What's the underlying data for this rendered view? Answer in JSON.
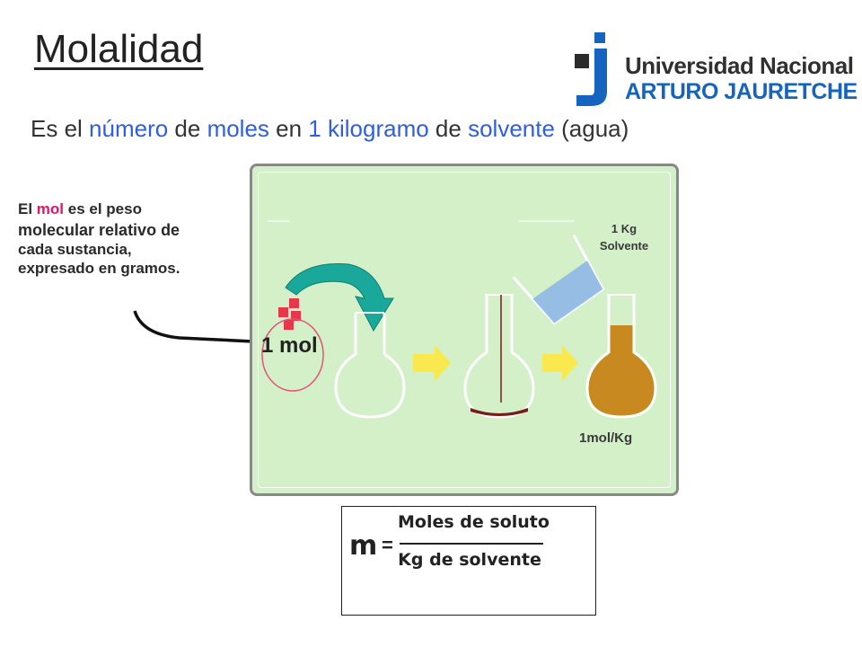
{
  "slide": {
    "title": "Molalidad",
    "subtitle": {
      "parts": [
        {
          "text": "Es el ",
          "highlight": false
        },
        {
          "text": "número",
          "highlight": true
        },
        {
          "text": " de ",
          "highlight": false
        },
        {
          "text": "moles",
          "highlight": true
        },
        {
          "text": " en ",
          "highlight": false
        },
        {
          "text": "1 kilogramo",
          "highlight": true
        },
        {
          "text": " de ",
          "highlight": false
        },
        {
          "text": "solvente",
          "highlight": true
        },
        {
          "text": " (agua)",
          "highlight": false
        }
      ]
    },
    "highlight_color": "#2f5fe0"
  },
  "logo": {
    "name": "Universidad Nacional",
    "sub": "ARTURO JAURETCHE",
    "colors": {
      "dark": "#2b2b2b",
      "blue": "#1565c0"
    }
  },
  "side_note": {
    "line1_pre": "El ",
    "line1_mol": "mol",
    "line1_post": " es el peso",
    "line2": "molecular relativo de",
    "line3": "cada sustancia,",
    "line4": "expresado en gramos.",
    "mol_color": "#e0156b"
  },
  "diagram": {
    "one_mol_label": "1 mol",
    "solvent_label_line1": "1 Kg",
    "solvent_label_line2": "Solvente",
    "result_label": "1mol/Kg",
    "colors": {
      "panel_bg": "#d3f0c8",
      "arrow_teal": "#1aa89a",
      "block_arrow": "#f9e94e",
      "solute_red": "#e8364a",
      "circle_pink": "#e8507a",
      "liquid_brown": "#c88a20",
      "sediment": "#7a1a1a",
      "water_blue": "#8fb8e8"
    }
  },
  "formula": {
    "lhs": "m",
    "equals": "=",
    "numerator": "Moles de soluto",
    "denominator": "Kg de solvente"
  }
}
